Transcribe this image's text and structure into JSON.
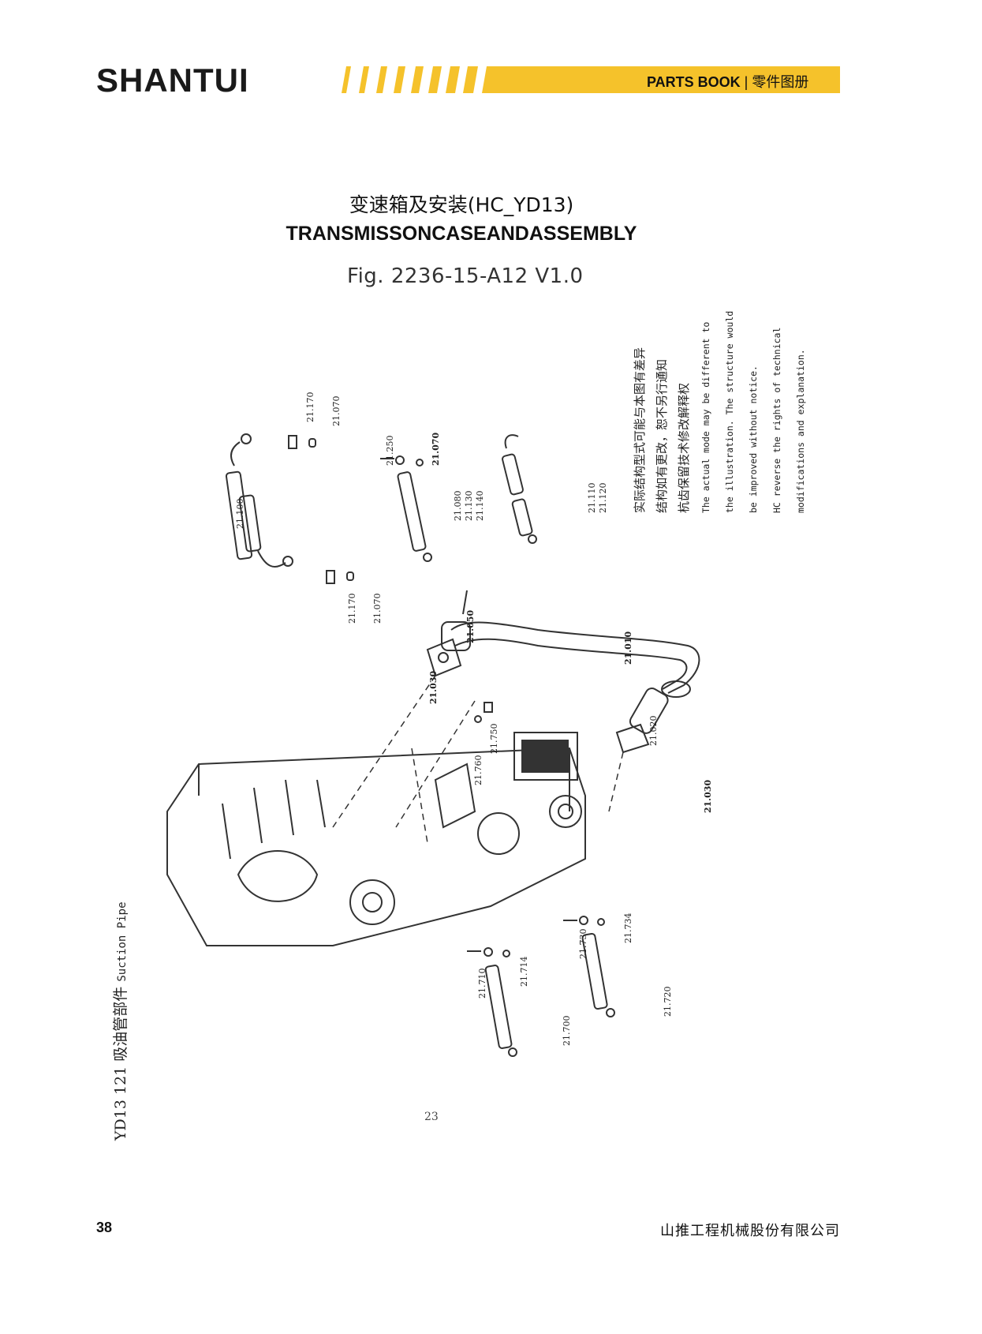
{
  "header": {
    "logo_text": "SHANTUI",
    "banner_label_bold": "PARTS BOOK",
    "banner_label_sep": " | ",
    "banner_label_cn": "零件图册",
    "colors": {
      "accent": "#f5c22b",
      "text": "#1a1a1a"
    }
  },
  "title": {
    "cn": "变速箱及安装(HC_YD13)",
    "en": "TRANSMISSONCASEANDASSEMBLY"
  },
  "figure": {
    "label": "Fig. 2236-15-A12  V1.0",
    "side_title_cn": "YD13 121 吸油管部件",
    "side_title_en": "Suction Pipe",
    "sheet_number": "23",
    "notes_cn": [
      "实际结构型式可能与本图有差异",
      "结构如有更改，恕不另行通知",
      "杭齿保留技术修改解释权"
    ],
    "notes_en": [
      "The actual mode may be different to",
      "the illustration. The structure would",
      "be improved without notice.",
      "HC reverse the rights of technical",
      "modifications and explanation."
    ],
    "callouts": [
      {
        "label": "21.170"
      },
      {
        "label": "21.070"
      },
      {
        "label": "21.250"
      },
      {
        "label": "21.070"
      },
      {
        "label": "21.080"
      },
      {
        "label": "21.130"
      },
      {
        "label": "21.140"
      },
      {
        "label": "21.110"
      },
      {
        "label": "21.120"
      },
      {
        "label": "21.100"
      },
      {
        "label": "21.170"
      },
      {
        "label": "21.070"
      },
      {
        "label": "21.050"
      },
      {
        "label": "21.010"
      },
      {
        "label": "21.030"
      },
      {
        "label": "21.760"
      },
      {
        "label": "21.750"
      },
      {
        "label": "21.020"
      },
      {
        "label": "21.030"
      },
      {
        "label": "21.730"
      },
      {
        "label": "21.734"
      },
      {
        "label": "21.710"
      },
      {
        "label": "21.714"
      },
      {
        "label": "21.700"
      },
      {
        "label": "21.720"
      }
    ]
  },
  "footer": {
    "page_number": "38",
    "company": "山推工程机械股份有限公司"
  }
}
